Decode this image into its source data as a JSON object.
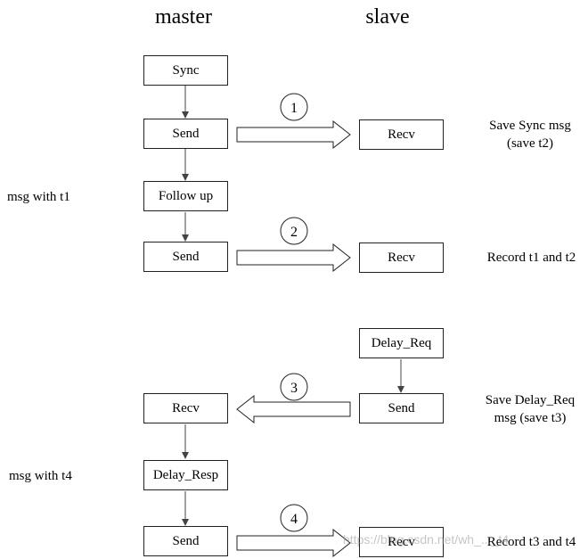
{
  "headers": {
    "master": "master",
    "slave": "slave"
  },
  "master_boxes": {
    "sync": "Sync",
    "send1": "Send",
    "follow_up": "Follow up",
    "send2": "Send",
    "recv3": "Recv",
    "delay_resp": "Delay_Resp",
    "send4": "Send"
  },
  "slave_boxes": {
    "recv1": "Recv",
    "recv2": "Recv",
    "delay_req": "Delay_Req",
    "send3": "Send",
    "recv4": "Recv"
  },
  "steps": [
    "1",
    "2",
    "3",
    "4"
  ],
  "left_notes": {
    "msg_t1": "msg with t1",
    "msg_t4": "msg with t4"
  },
  "right_notes": {
    "step1_line1": "Save Sync msg",
    "step1_line2": "(save t2)",
    "step2": "Record t1 and t2",
    "step3_line1": "Save Delay_Req",
    "step3_line2": "msg (save t3)",
    "step4": "Record t3 and t4"
  },
  "watermark": "https://blog.csdn.net/wh_..._t4"
}
